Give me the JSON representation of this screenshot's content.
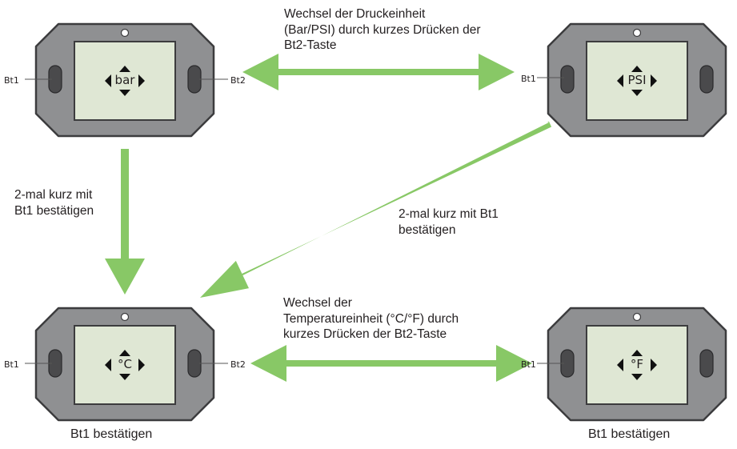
{
  "colors": {
    "arrow": "#88c866",
    "device_body": "#8f9092",
    "device_outline": "#3c3c3e",
    "screen_fill": "#dfe7d4",
    "button_fill": "#4a4a4c",
    "text": "#231f20"
  },
  "devices": [
    {
      "id": "top-left",
      "display": "bar",
      "left_button": "Bt1",
      "right_button": "Bt2",
      "shadow": "#4a4a4c",
      "led": "led-circle-icon"
    },
    {
      "id": "top-right",
      "display": "PSI",
      "left_button": "Bt1",
      "right_button": "",
      "shadow": "#4a4a4c",
      "led": "led-circle-icon"
    },
    {
      "id": "bottom-left",
      "display": "°C",
      "left_button": "Bt1",
      "right_button": "Bt2",
      "shadow": "#4a4a4c",
      "led": "led-circle-icon",
      "caption": "Bt1 bestätigen"
    },
    {
      "id": "bottom-right",
      "display": "°F",
      "left_button": "Bt1",
      "right_button": "",
      "shadow": "#4a4a4c",
      "led": "led-circle-icon",
      "caption": "Bt1 bestätigen"
    }
  ],
  "arrows": [
    {
      "id": "pressure-switch",
      "type": "double",
      "from": "top-left",
      "to": "top-right"
    },
    {
      "id": "confirm-left",
      "type": "single",
      "from": "top-left",
      "to": "bottom-left"
    },
    {
      "id": "confirm-diagonal",
      "type": "single",
      "from": "top-right",
      "to": "bottom-left"
    },
    {
      "id": "temperature-switch",
      "type": "double",
      "from": "bottom-left",
      "to": "bottom-right"
    }
  ],
  "labels": {
    "pressure_switch": [
      "Wechsel der Druckeinheit",
      "(Bar/PSI) durch kurzes Drücken der",
      "Bt2-Taste"
    ],
    "confirm_left": [
      "2-mal kurz mit",
      "Bt1 bestätigen"
    ],
    "confirm_diagonal": [
      "2-mal kurz mit Bt1",
      "bestätigen"
    ],
    "temperature_switch": [
      "Wechsel der",
      "Temperatureinheit (°C/°F) durch",
      "kurzes Drücken der Bt2-Taste"
    ]
  }
}
